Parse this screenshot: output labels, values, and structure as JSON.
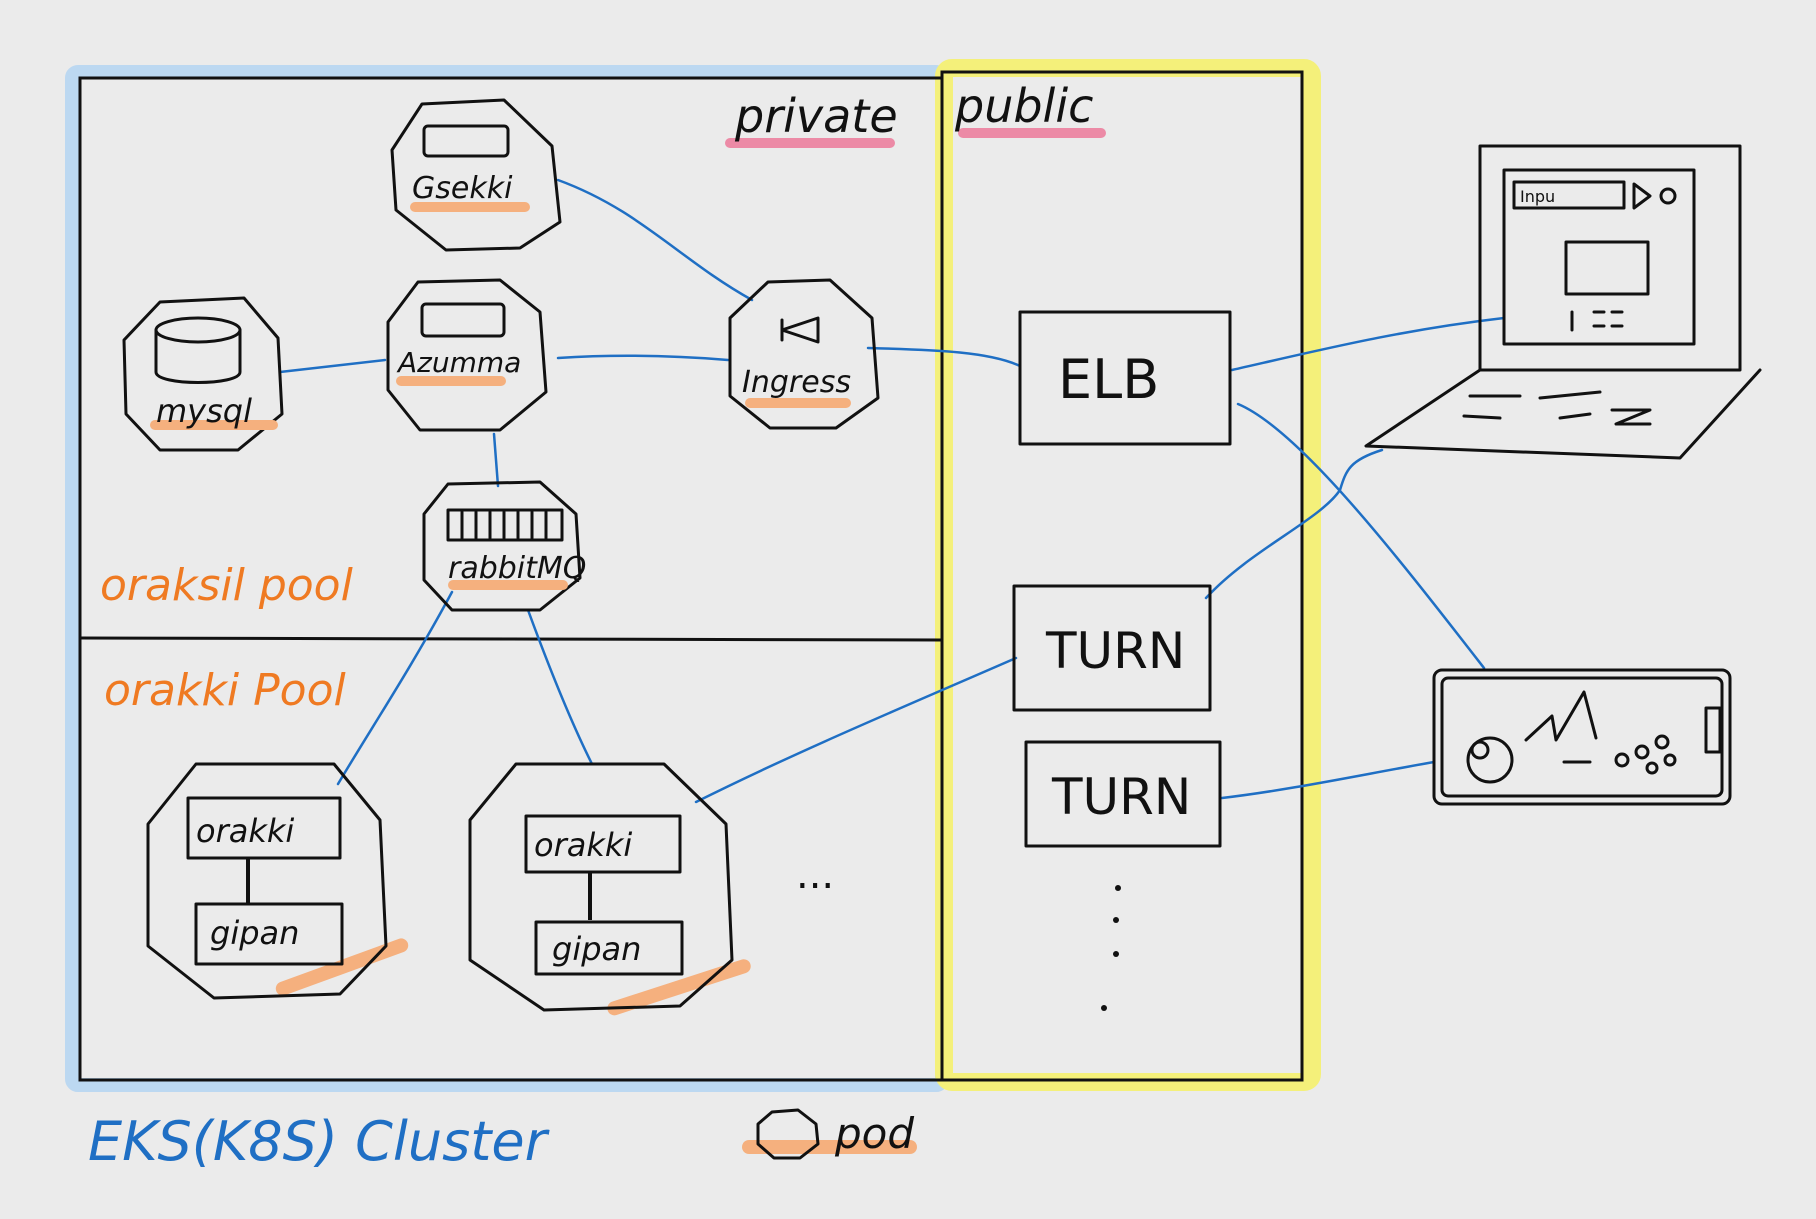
{
  "colors": {
    "ink": "#111111",
    "connector": "#1f6fc4",
    "cluster_highlight": "#bcd8f1",
    "public_highlight": "#f4f07a",
    "label_orange": "#ef7a22",
    "label_blue": "#1f6fc4",
    "pink_underline": "#ec8aa6",
    "orange_underline": "#f5b07e"
  },
  "zones": {
    "private": "private",
    "public": "public"
  },
  "pools": {
    "top": "oraksil pool",
    "bottom": "orakki Pool"
  },
  "cluster_label": "EKS(K8S) Cluster",
  "legend": {
    "label": "pod"
  },
  "pods": {
    "gsekki": "Gsekki",
    "azumma": "Azumma",
    "mysql": "mysql",
    "ingress": "Ingress",
    "rabbitmq": "rabbitMQ",
    "orakki1_top": "orakki",
    "orakki1_bottom": "gipan",
    "orakki2_top": "orakki",
    "orakki2_bottom": "gipan"
  },
  "ellipsis": "...",
  "services": {
    "elb": "ELB",
    "turn1": "TURN",
    "turn2": "TURN"
  },
  "clients": {
    "laptop_search": "Inpu",
    "laptop": "laptop-icon",
    "arcade": "arcade-device-icon"
  }
}
